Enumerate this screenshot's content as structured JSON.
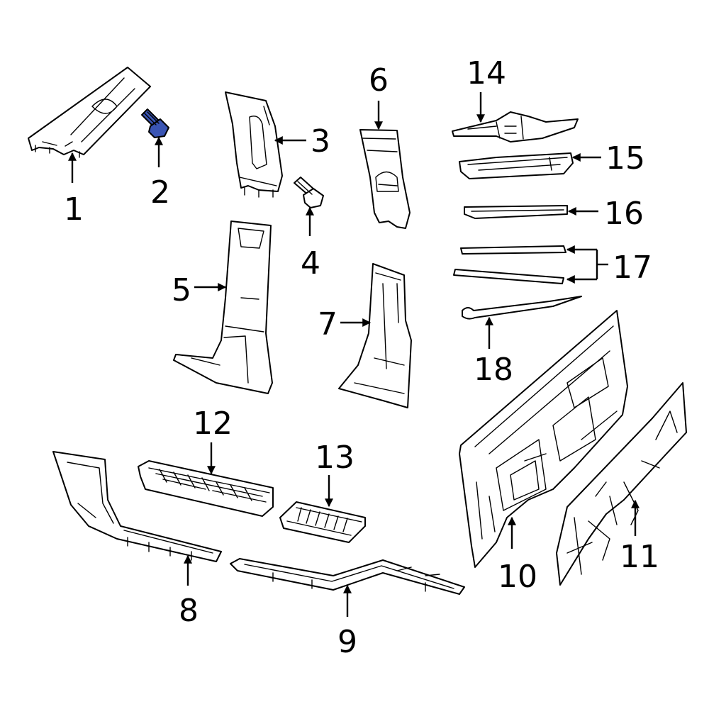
{
  "callouts": [
    {
      "id": "1",
      "label": "1"
    },
    {
      "id": "2",
      "label": "2"
    },
    {
      "id": "3",
      "label": "3"
    },
    {
      "id": "4",
      "label": "4"
    },
    {
      "id": "5",
      "label": "5"
    },
    {
      "id": "6",
      "label": "6"
    },
    {
      "id": "7",
      "label": "7"
    },
    {
      "id": "8",
      "label": "8"
    },
    {
      "id": "9",
      "label": "9"
    },
    {
      "id": "10",
      "label": "10"
    },
    {
      "id": "11",
      "label": "11"
    },
    {
      "id": "12",
      "label": "12"
    },
    {
      "id": "13",
      "label": "13"
    },
    {
      "id": "14",
      "label": "14"
    },
    {
      "id": "15",
      "label": "15"
    },
    {
      "id": "16",
      "label": "16"
    },
    {
      "id": "17",
      "label": "17"
    },
    {
      "id": "18",
      "label": "18"
    }
  ],
  "colors": {
    "line": "#000000",
    "background": "#ffffff",
    "highlight_part": "#3a55b4"
  },
  "highlighted_part": "2"
}
